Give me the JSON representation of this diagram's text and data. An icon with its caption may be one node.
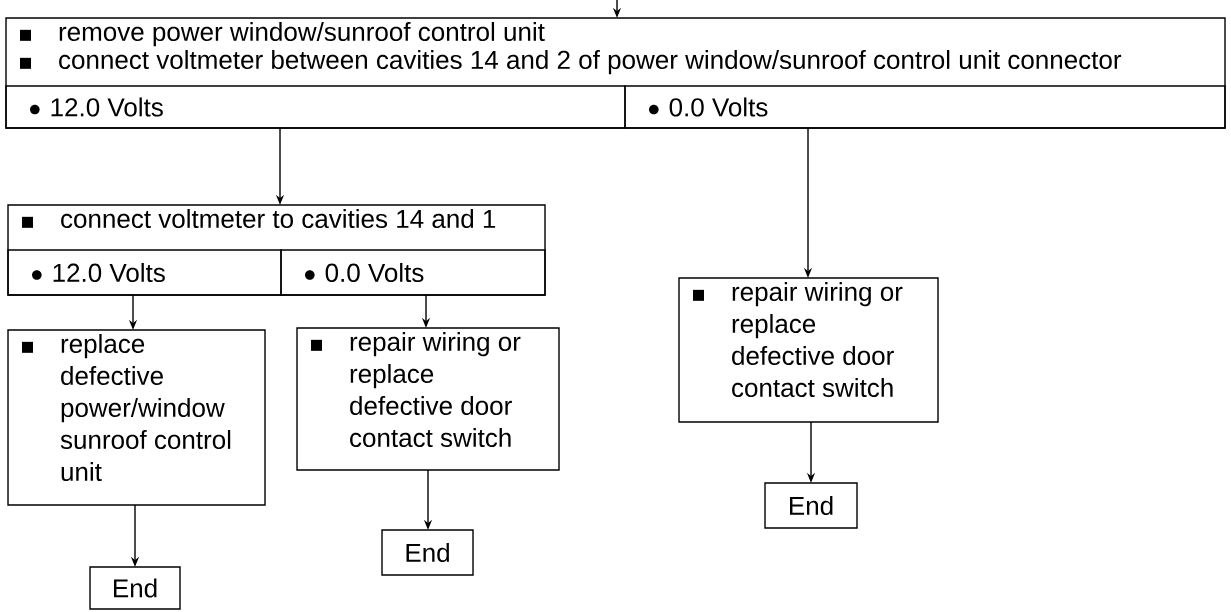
{
  "diagram": {
    "nodes": [
      {
        "text": [
          "remove power window/sunroof control unit",
          "connect voltmeter between cavities 14 and 2 of power window/sunroof control unit connector"
        ]
      },
      {
        "text": [
          "12.0 Volts"
        ],
        "in": 0
      },
      {
        "text": [
          "0.0 Volts"
        ],
        "in": 0
      },
      {
        "text": [
          "connect voltmeter to cavities 14 and 1"
        ]
      },
      {
        "text": [
          "12.0 Volts"
        ],
        "in": 3
      },
      {
        "text": [
          "0.0 Volts"
        ],
        "in": 3
      },
      {
        "text": [
          "replace defective power/window sunroof control unit"
        ]
      },
      {
        "text": [
          "repair wiring or replace defective door contact switch"
        ]
      },
      {
        "text": [
          "repair wiring or replace defective door contact switch"
        ]
      },
      {
        "text": [
          "End"
        ]
      },
      {
        "text": [
          "End"
        ]
      },
      {
        "text": [
          "End"
        ]
      }
    ],
    "edges": [
      {
        "from": null,
        "to": 0,
        "arrow": "to"
      },
      {
        "from": 1,
        "to": 3,
        "arrow": "to"
      },
      {
        "from": 2,
        "to": 8,
        "arrow": "to"
      },
      {
        "from": 4,
        "to": 6,
        "arrow": "to"
      },
      {
        "from": 5,
        "to": 7,
        "arrow": "to"
      },
      {
        "from": 6,
        "to": 9,
        "arrow": "to"
      },
      {
        "from": 7,
        "to": 10,
        "arrow": "to"
      },
      {
        "from": 8,
        "to": 11,
        "arrow": "to"
      }
    ]
  }
}
